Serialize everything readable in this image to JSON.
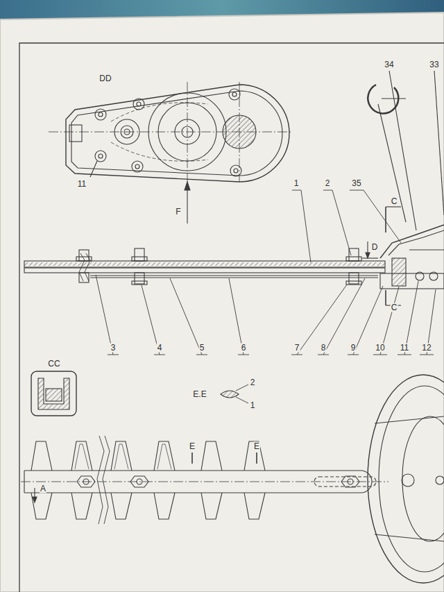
{
  "diagram": {
    "labels": [
      "DD",
      "11",
      "F",
      "34",
      "33",
      "1",
      "2",
      "35",
      "C",
      "D",
      "C",
      "3",
      "4",
      "5",
      "6",
      "7",
      "8",
      "9",
      "10",
      "11",
      "12",
      "CC",
      "E.E",
      "2",
      "1",
      "E",
      "E",
      "A"
    ]
  }
}
